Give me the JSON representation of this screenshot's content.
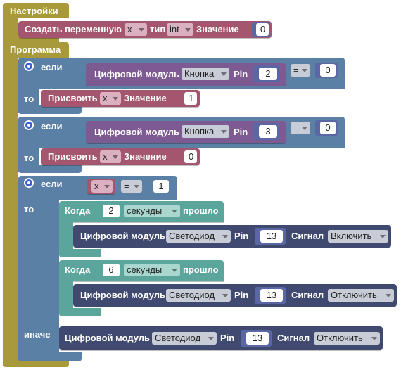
{
  "settings": {
    "label": "Настройки"
  },
  "var_block": {
    "create": "Создать переменную",
    "var": "x",
    "type_label": "тип",
    "type": "int",
    "value_label": "Значение",
    "value": "0"
  },
  "program": {
    "label": "Программа"
  },
  "if1": {
    "if": "если",
    "then": "то",
    "module": "Цифровой модуль",
    "device": "Кнопка",
    "pin_label": "Pin",
    "pin": "2",
    "op": "=",
    "cmp": "0",
    "assign": "Присвоить",
    "var": "x",
    "value_label": "Значение",
    "value": "1"
  },
  "if2": {
    "if": "если",
    "then": "то",
    "module": "Цифровой модуль",
    "device": "Кнопка",
    "pin_label": "Pin",
    "pin": "3",
    "op": "=",
    "cmp": "0",
    "assign": "Присвоить",
    "var": "x",
    "value_label": "Значение",
    "value": "0"
  },
  "if3": {
    "if": "если",
    "then": "то",
    "else": "иначе",
    "var": "x",
    "op": "=",
    "cmp": "1",
    "when1": {
      "when": "Когда",
      "num": "2",
      "unit": "секунды",
      "passed": "прошло",
      "module": "Цифровой модуль",
      "device": "Светодиод",
      "pin_label": "Pin",
      "pin": "13",
      "signal_label": "Сигнал",
      "signal": "Включить"
    },
    "when2": {
      "when": "Когда",
      "num": "6",
      "unit": "секунды",
      "passed": "прошло",
      "module": "Цифровой модуль",
      "device": "Светодиод",
      "pin_label": "Pin",
      "pin": "13",
      "signal_label": "Сигнал",
      "signal": "Отключить"
    },
    "else_block": {
      "module": "Цифровой модуль",
      "device": "Светодиод",
      "pin_label": "Pin",
      "pin": "13",
      "signal_label": "Сигнал",
      "signal": "Отключить"
    }
  },
  "colors": {
    "settings": "#a8993a",
    "logic": "#5b80a5",
    "sensor": "#7e5a93",
    "variable": "#a5566f",
    "timer": "#5ba59c",
    "output": "#404a70"
  }
}
